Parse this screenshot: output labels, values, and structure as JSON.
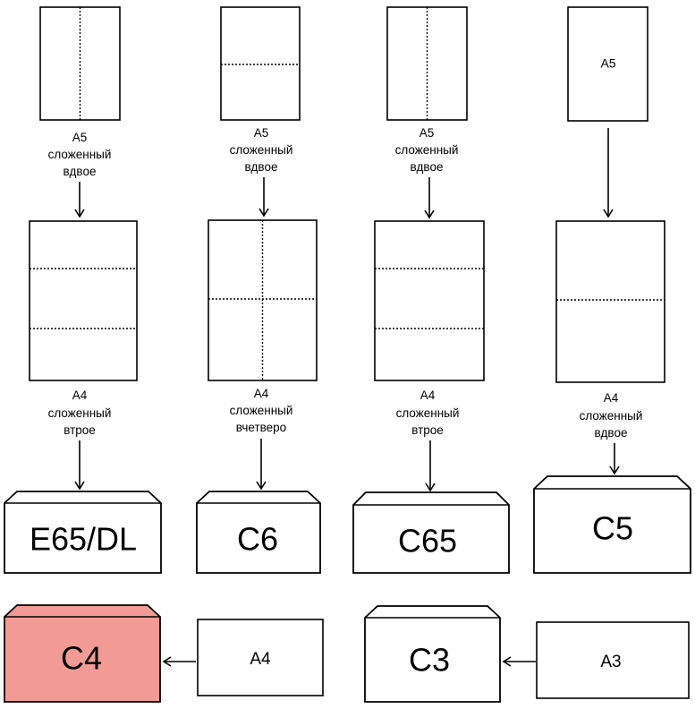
{
  "columns": [
    {
      "top_label": [
        "A5",
        "сложенный",
        "вдвое"
      ],
      "mid_label": [
        "A4",
        "сложенный",
        "втрое"
      ],
      "envelope": "E65/DL"
    },
    {
      "top_label": [
        "A5",
        "сложенный",
        "вдвое"
      ],
      "mid_label": [
        "A4",
        "сложенный",
        "вчетверо"
      ],
      "envelope": "C6"
    },
    {
      "top_label": [
        "A5",
        "сложенный",
        "вдвое"
      ],
      "mid_label": [
        "A4",
        "сложенный",
        "втрое"
      ],
      "envelope": "C65"
    },
    {
      "top_sheet_text": "A5",
      "mid_label": [
        "A4",
        "сложенный",
        "вдвое"
      ],
      "envelope": "C5"
    }
  ],
  "bottom_row": {
    "envelope_c4": "C4",
    "sheet_a4": "A4",
    "envelope_c3": "C3",
    "sheet_a3": "A3"
  },
  "colors": {
    "highlight": "#f29b96"
  }
}
